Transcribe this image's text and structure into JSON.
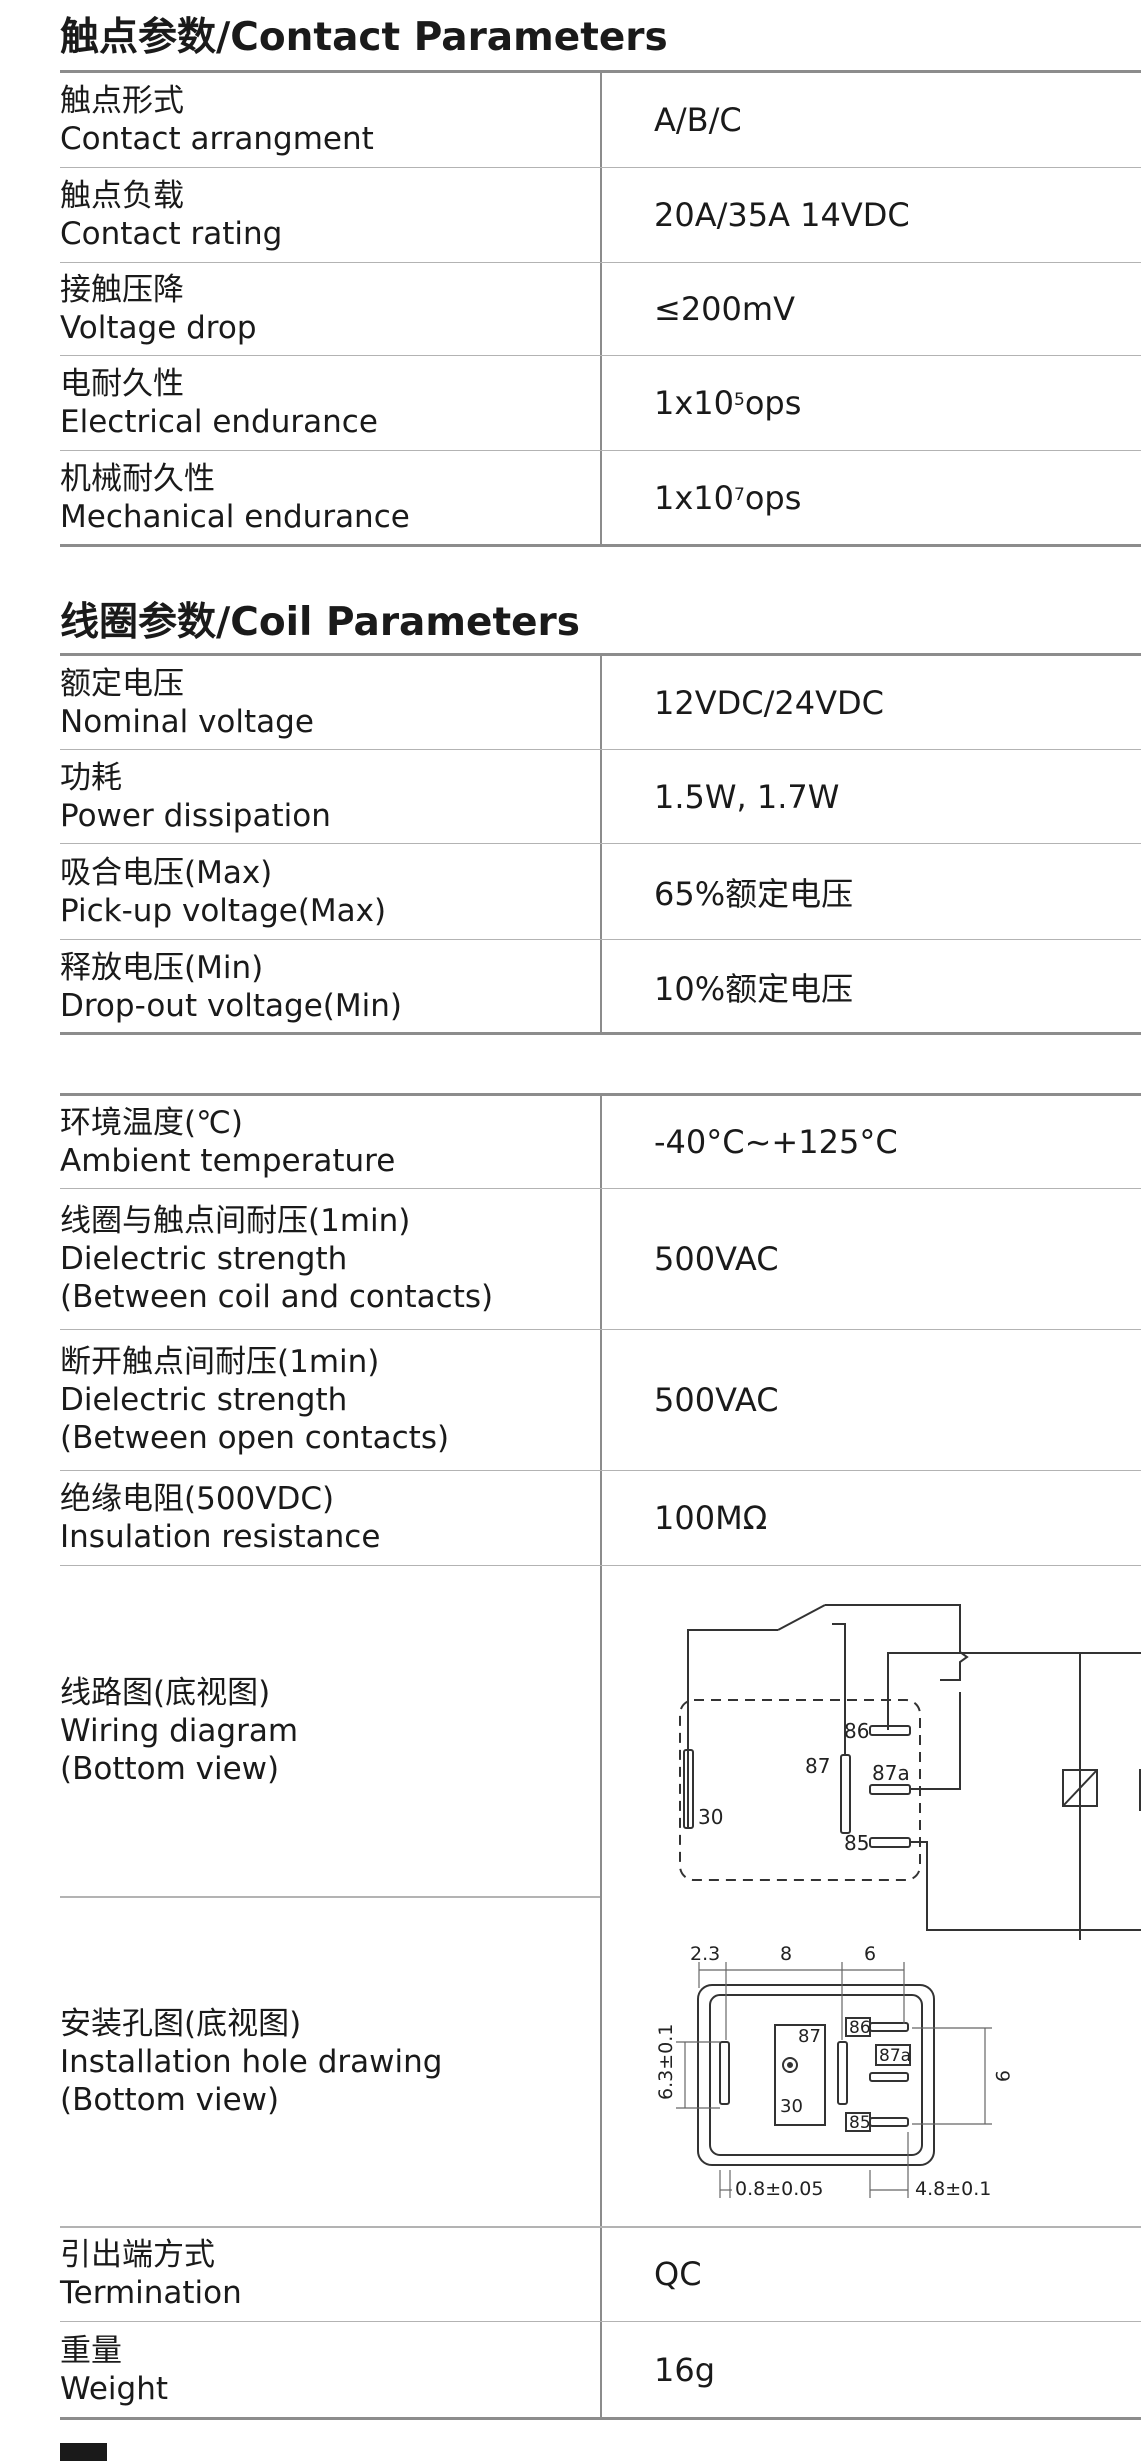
{
  "contact": {
    "title": "触点参数/Contact Parameters",
    "rows": [
      {
        "zh": "触点形式",
        "en": "Contact arrangment",
        "value": "A/B/C"
      },
      {
        "zh": "触点负载",
        "en": "Contact rating",
        "value": "20A/35A 14VDC"
      },
      {
        "zh": "接触压降",
        "en": "Voltage drop",
        "value": "≤200mV"
      },
      {
        "zh": "电耐久性",
        "en": "Electrical endurance",
        "value_base": "1x10",
        "value_exp": "5",
        "value_unit": " ops"
      },
      {
        "zh": "机械耐久性",
        "en": "Mechanical endurance",
        "value_base": "1x10",
        "value_exp": "7",
        "value_unit": " ops"
      }
    ]
  },
  "coil": {
    "title": "线圈参数/Coil Parameters",
    "rows": [
      {
        "zh": "额定电压",
        "en": "Nominal voltage",
        "value": "12VDC/24VDC"
      },
      {
        "zh": "功耗",
        "en": "Power dissipation",
        "value": "1.5W, 1.7W"
      },
      {
        "zh": "吸合电压(Max)",
        "en": "Pick-up voltage(Max)",
        "value": "65%额定电压"
      },
      {
        "zh": "释放电压(Min)",
        "en": "Drop-out voltage(Min)",
        "value": "10%额定电压"
      }
    ]
  },
  "other": {
    "rows": [
      {
        "zh": "环境温度(℃)",
        "en": "Ambient temperature",
        "value": "-40°C~+125°C"
      },
      {
        "zh": "线圈与触点间耐压(1min)",
        "en": "Dielectric strength",
        "en2": "(Between coil and contacts)",
        "value": "500VAC"
      },
      {
        "zh": "断开触点间耐压(1min)",
        "en": "Dielectric strength",
        "en2": "(Between open contacts)",
        "value": "500VAC"
      },
      {
        "zh": "绝缘电阻(500VDC)",
        "en": "Insulation resistance",
        "value": "100MΩ"
      }
    ],
    "wiring": {
      "zh": "线路图(底视图)",
      "en": "Wiring diagram",
      "en2": "(Bottom view)"
    },
    "hole": {
      "zh": "安装孔图(底视图)",
      "en": "Installation hole drawing",
      "en2": "(Bottom view)"
    },
    "rows2": [
      {
        "zh": "引出端方式",
        "en": "Termination",
        "value": "QC"
      },
      {
        "zh": "重量",
        "en": "Weight",
        "value": "16g"
      }
    ]
  },
  "wiring_diagram": {
    "pins": [
      "30",
      "87",
      "86",
      "87a",
      "85"
    ]
  },
  "hole_diagram": {
    "dims": [
      "2.3",
      "8",
      "6",
      "6.3±0.1",
      "9",
      "0.8±0.05",
      "4.8±0.1"
    ],
    "pins": [
      "87",
      "30",
      "86",
      "87a",
      "85"
    ]
  }
}
